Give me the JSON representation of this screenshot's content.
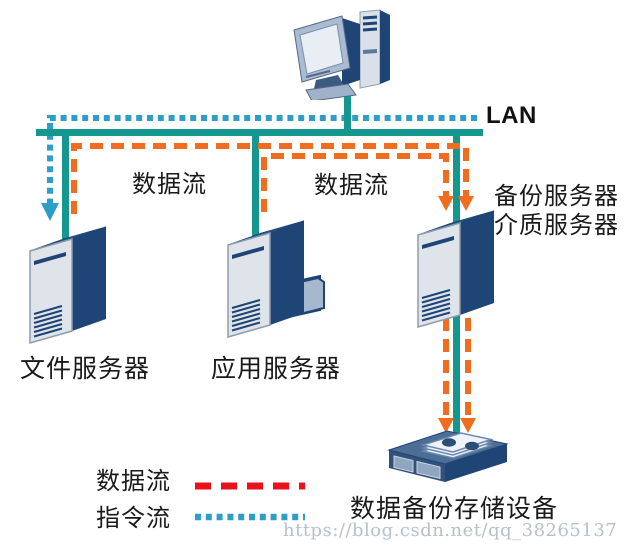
{
  "diagram": {
    "title_none": "",
    "lan_label": "LAN",
    "flow_label_left": "数据流",
    "flow_label_right": "数据流",
    "nodes": {
      "workstation": {
        "icon": "desktop-computer-icon"
      },
      "file_server": {
        "label": "文件服务器"
      },
      "app_server": {
        "label": "应用服务器"
      },
      "backup_server": {
        "label_line1": "备份服务器",
        "label_line2": "介质服务器"
      },
      "storage": {
        "label": "数据备份存储设备"
      }
    },
    "legend": {
      "items": [
        {
          "label": "数据流",
          "line_style": "red-dashed",
          "color": "#e8111c"
        },
        {
          "label": "指令流",
          "line_style": "blue-dotted",
          "color": "#2e9dc8"
        }
      ]
    },
    "colors": {
      "lan_line": "#14978f",
      "data_flow": "#f26c1f",
      "command_flow": "#2e9dc8",
      "legend_data_flow": "#e8111c",
      "server_navy": "#1e4575",
      "server_face": "#dfe4eb",
      "text": "#1a1a1a"
    }
  },
  "watermark": "https://blog.csdn.net/qq_38265137"
}
